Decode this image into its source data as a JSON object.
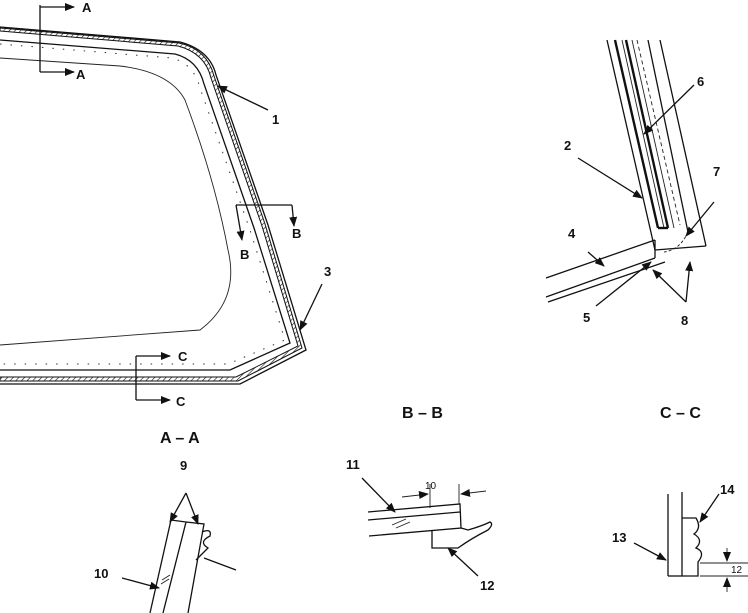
{
  "labels": {
    "n1": "1",
    "n2": "2",
    "n3": "3",
    "n4": "4",
    "n5": "5",
    "n6": "6",
    "n7": "7",
    "n8": "8",
    "n9": "9",
    "n10": "10",
    "n11": "11",
    "n12": "12",
    "n13": "13",
    "n14": "14"
  },
  "cuts": {
    "a": "A",
    "b": "B",
    "c": "C"
  },
  "sections": {
    "aa": "A – A",
    "bb": "B – B",
    "cc": "C – C"
  },
  "dims": {
    "bb_width": "10",
    "cc_height": "12"
  }
}
